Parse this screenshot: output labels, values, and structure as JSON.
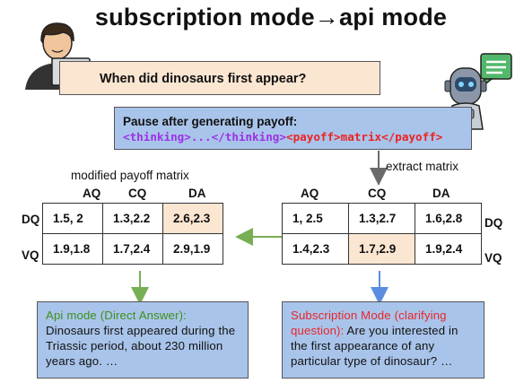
{
  "title": "subscription mode→api mode",
  "question": "When did dinosaurs first appear?",
  "prompt": {
    "line1": "Pause after generating payoff:",
    "thinking": "<thinking>...</thinking>",
    "payoff": "<payoff>matrix</payoff>"
  },
  "extract_label": "extract matrix",
  "modified_caption": "modified payoff matrix",
  "left_matrix": {
    "columns": [
      "AQ",
      "CQ",
      "DA"
    ],
    "rows": [
      "DQ",
      "VQ"
    ],
    "cells": [
      [
        "1.5, 2",
        "1.3,2.2",
        "2.6,2.3"
      ],
      [
        "1.9,1.8",
        "1.7,2.4",
        "2.9,1.9"
      ]
    ]
  },
  "right_matrix": {
    "columns": [
      "AQ",
      "CQ",
      "DA"
    ],
    "rows": [
      "DQ",
      "VQ"
    ],
    "cells": [
      [
        "1, 2.5",
        "1.3,2.7",
        "1.6,2.8"
      ],
      [
        "1.4,2.3",
        "1.7,2.9",
        "1.9,2.4"
      ]
    ]
  },
  "api_box": {
    "heading": "Api mode (Direct Answer):",
    "body": "Dinosaurs first appeared during the Triassic period, about 230 million years ago. …"
  },
  "sub_box": {
    "heading": "Subscription Mode (clarifying question):",
    "body": "Are you interested in the first appearance of any particular type of dinosaur? …"
  },
  "colors": {
    "orange_fill": "#fbe6d2",
    "blue_fill": "#a9c4ea",
    "green_arrow": "#78ae56",
    "blue_arrow": "#5b8ee0",
    "gray_arrow": "#6a6a6a"
  },
  "icons": [
    "user-at-laptop-icon",
    "robot-chat-icon"
  ]
}
